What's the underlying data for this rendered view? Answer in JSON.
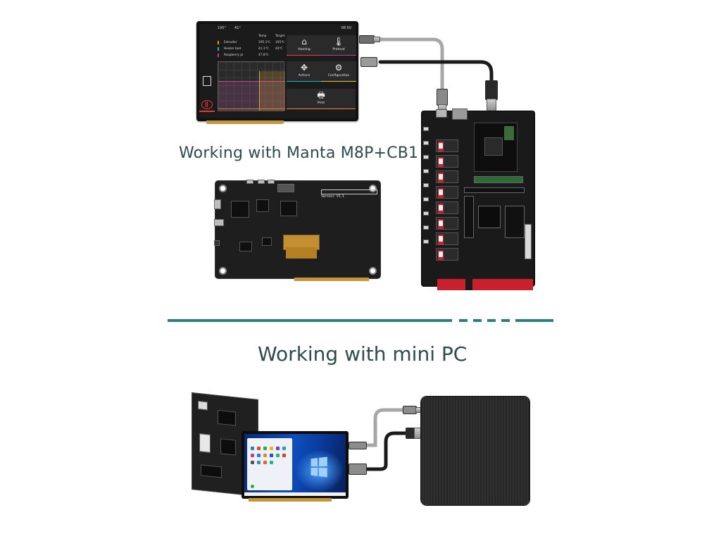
{
  "headings": {
    "working_with_board": "Working with Manta M8P+CB1",
    "working_with_pc": "Working with mini PC"
  },
  "screen_ui": {
    "status_temp1": "195°",
    "status_temp2": "41°",
    "clock": "08:50",
    "col_temp": "Temp",
    "col_target": "Target",
    "rows": [
      {
        "name": "Extruder",
        "temp": "195.1℃",
        "target": "195℃",
        "color": "#f08a24"
      },
      {
        "name": "Heater bed",
        "temp": "41.1℃",
        "target": "40℃",
        "color": "#1fb8b8"
      },
      {
        "name": "Raspberry pi",
        "temp": "47.8℃",
        "target": "",
        "color": "#c33aa0"
      }
    ],
    "tiles": {
      "homing": "Homing",
      "preheat": "Preheat",
      "actions": "Actions",
      "configuration": "Configuration",
      "print": "Print"
    },
    "tile_colors": {
      "homing": "#e0463c",
      "preheat": "#c33aa0",
      "actions": "#1fb8b8",
      "configuration": "#f0c420",
      "print": "#f08a24"
    }
  },
  "screen_back": {
    "version": "Version: V1.1"
  },
  "colors": {
    "heading": "#2d4a4f",
    "divider": "#2f7f82",
    "board_red": "#c8202d"
  }
}
